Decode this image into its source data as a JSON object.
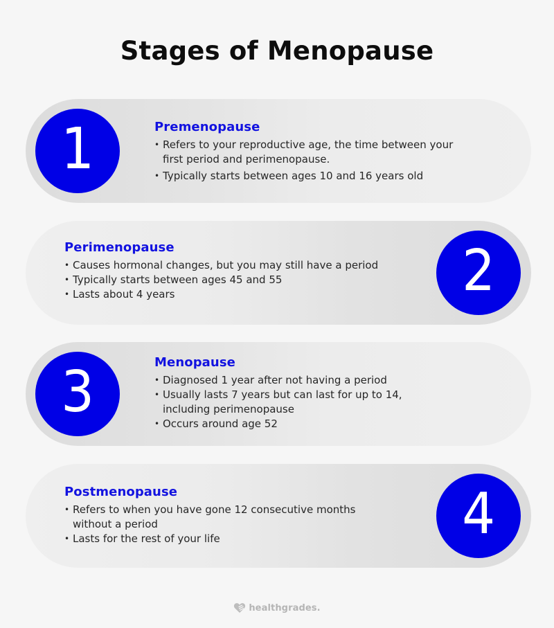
{
  "title": "Stages of Menopause",
  "colors": {
    "background": "#f6f6f6",
    "accent_blue": "#0000e6",
    "heading_blue": "#1212e0",
    "card_gray_dark": "#dcdcdc",
    "card_gray_light": "#efefef",
    "text": "#262626",
    "logo_gray": "#b5b5b5"
  },
  "stages": [
    {
      "number": "1",
      "circle_side": "left",
      "heading": "Premenopause",
      "bullets": [
        "Refers to your reproductive age, the time between your\nfirst period and perimenopause.",
        "Typically starts between ages 10 and 16 years old"
      ]
    },
    {
      "number": "2",
      "circle_side": "right",
      "heading": "Perimenopause",
      "bullets": [
        "Causes hormonal changes, but you may still have a period",
        "Typically starts between ages 45 and 55",
        "Lasts about 4 years"
      ]
    },
    {
      "number": "3",
      "circle_side": "left",
      "heading": "Menopause",
      "bullets": [
        "Diagnosed 1 year after not having a period",
        "Usually lasts 7 years but can last for up to 14,\nincluding perimenopause",
        "Occurs around age 52"
      ]
    },
    {
      "number": "4",
      "circle_side": "right",
      "heading": "Postmenopause",
      "bullets": [
        "Refers to when you have gone 12 consecutive months\nwithout a period",
        "Lasts for the rest of your life"
      ]
    }
  ],
  "footer": {
    "logo_icon": "heart-hand-icon",
    "brand": "healthgrades."
  }
}
